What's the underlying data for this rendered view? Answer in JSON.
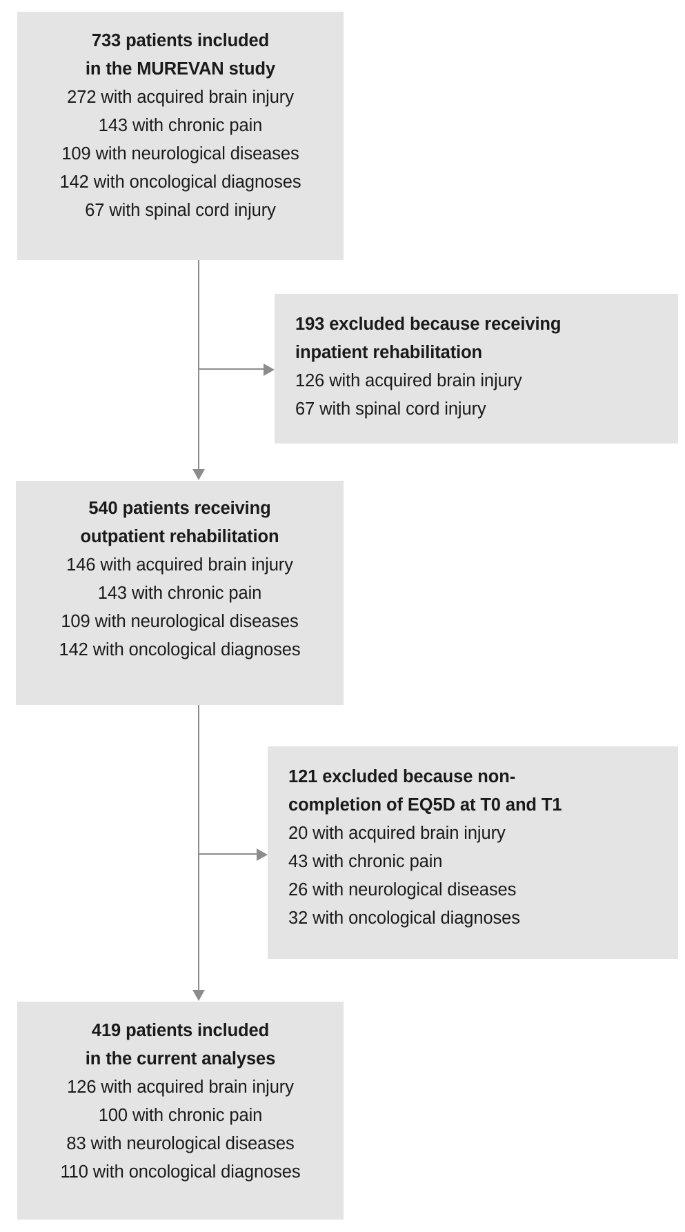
{
  "figure": {
    "type": "flowchart",
    "colors": {
      "box_fill": "#e4e4e4",
      "connector": "#8c8c8c",
      "text": "#1a1a1a",
      "background": "#ffffff"
    }
  },
  "nodes": {
    "included": {
      "id": "included",
      "kind": "main",
      "headline": [
        "733 patients included",
        "in the MUREVAN study"
      ],
      "details": [
        "272 with acquired brain injury",
        "143 with chronic pain",
        "109 with neurological diseases",
        "142 with oncological diagnoses",
        "67 with spinal cord injury"
      ]
    },
    "excluded_inpatient": {
      "id": "excluded_inpatient",
      "kind": "exclusion",
      "headline": [
        "193 excluded because receiving",
        "inpatient rehabilitation"
      ],
      "details": [
        "126 with acquired brain injury",
        "67 with spinal cord injury"
      ]
    },
    "outpatient": {
      "id": "outpatient",
      "kind": "main",
      "headline": [
        "540 patients receiving",
        "outpatient rehabilitation"
      ],
      "details": [
        "146 with acquired brain injury",
        "143 with chronic pain",
        "109 with neurological diseases",
        "142 with oncological diagnoses"
      ]
    },
    "excluded_eq5d": {
      "id": "excluded_eq5d",
      "kind": "exclusion",
      "headline": [
        "121 excluded because non-",
        "completion of EQ5D at T0 and T1"
      ],
      "details": [
        "20 with acquired brain injury",
        "43 with chronic pain",
        "26 with neurological diseases",
        "32 with oncological diagnoses"
      ]
    },
    "analysed": {
      "id": "analysed",
      "kind": "main",
      "headline": [
        "419 patients included",
        "in the current analyses"
      ],
      "details": [
        "126 with acquired brain injury",
        "100 with chronic pain",
        "83 with neurological diseases",
        "110 with oncological diagnoses"
      ]
    }
  },
  "connectors": [
    {
      "id": "included-to-outpatient",
      "from": "included",
      "to": "outpatient",
      "direction": "down"
    },
    {
      "id": "included-to-excluded-inpatient",
      "from": "included",
      "to": "excluded_inpatient",
      "direction": "right"
    },
    {
      "id": "outpatient-to-analysed",
      "from": "outpatient",
      "to": "analysed",
      "direction": "down"
    },
    {
      "id": "outpatient-to-excluded-eq5d",
      "from": "outpatient",
      "to": "excluded_eq5d",
      "direction": "right"
    }
  ]
}
